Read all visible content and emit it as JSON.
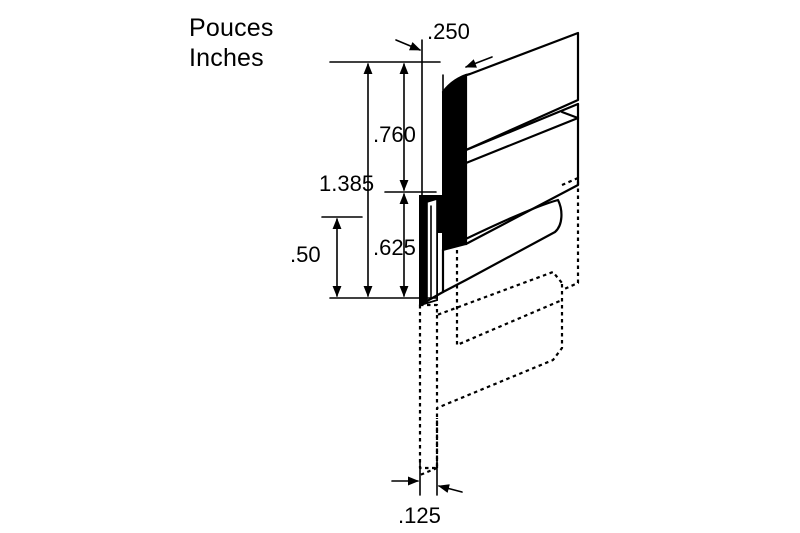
{
  "units": {
    "french": "Pouces",
    "english": "Inches"
  },
  "dimensions": {
    "lip_width": ".250",
    "upper_height": ".760",
    "total_height": "1.385",
    "lower_height": ".625",
    "slot_height": ".50",
    "slot_width": ".125"
  }
}
